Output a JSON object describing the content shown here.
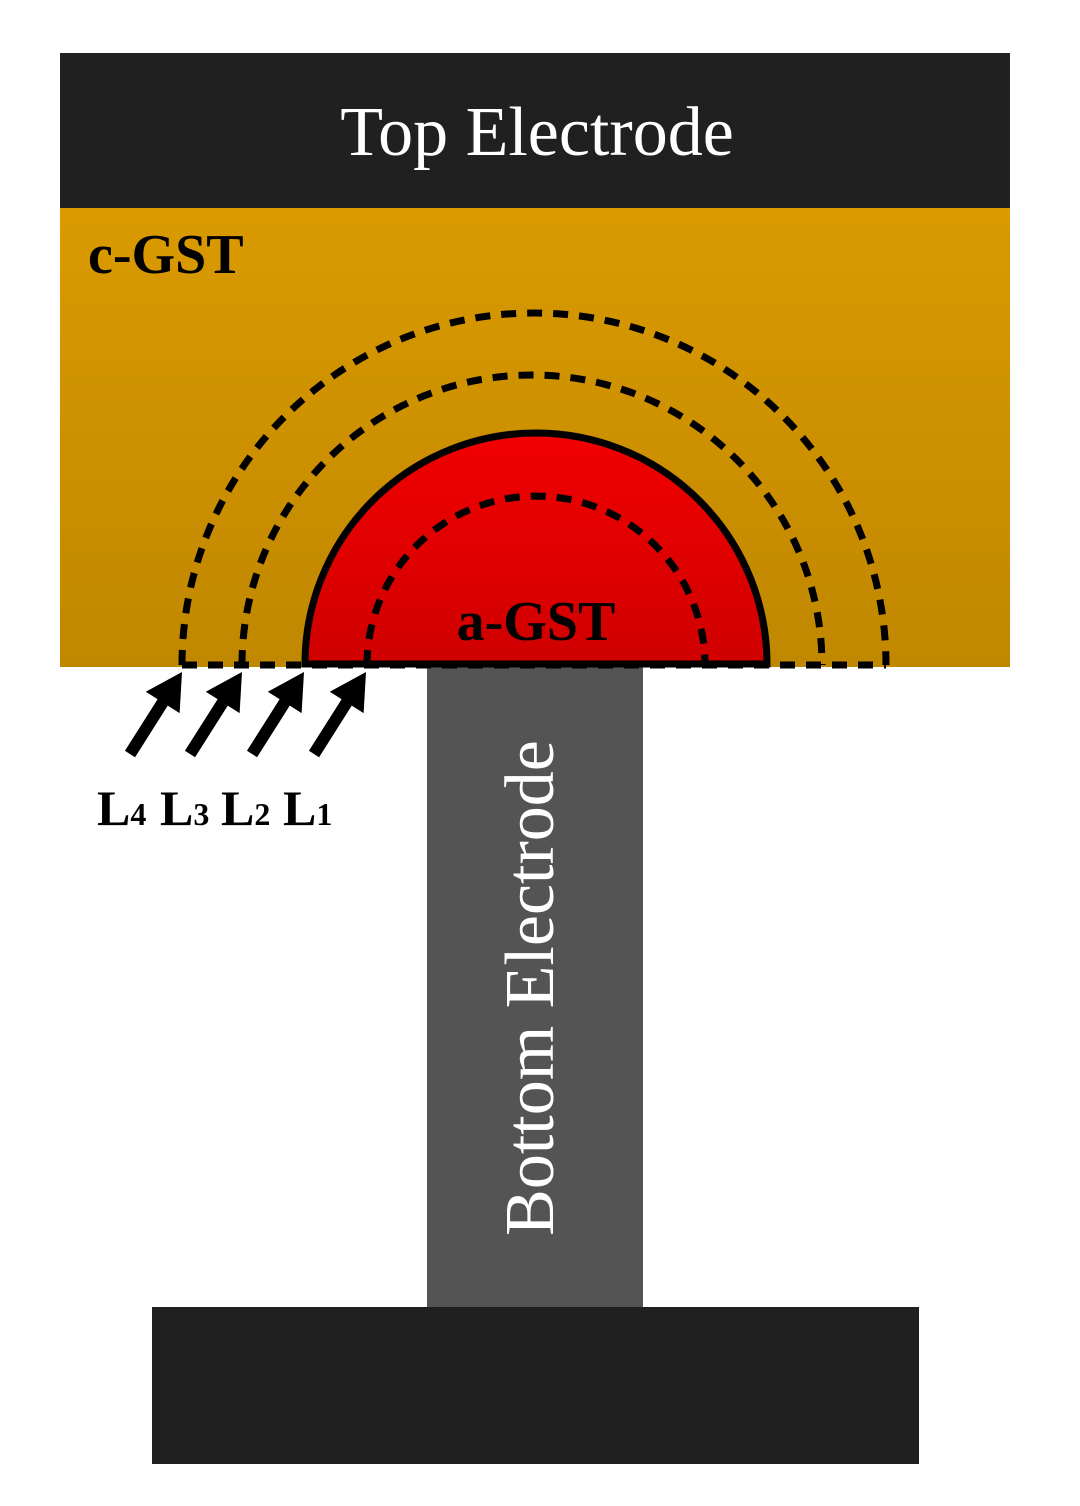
{
  "labels": {
    "top_electrode": "Top Electrode",
    "bottom_electrode": "Bottom Electrode",
    "crystalline_region": "c-GST",
    "amorphous_region": "a-GST"
  },
  "levels": [
    {
      "letter": "L",
      "sub": "4"
    },
    {
      "letter": "L",
      "sub": "3"
    },
    {
      "letter": "L",
      "sub": "2"
    },
    {
      "letter": "L",
      "sub": "1"
    }
  ],
  "colors": {
    "electrode": "#202020",
    "bottom_pillar": "#545454",
    "crystalline_top": "#DA9A00",
    "crystalline_bottom": "#C08700",
    "amorphous_top": "#F20000",
    "amorphous_bottom": "#CF0000",
    "outline": "#000000",
    "label_light": "#ffffff",
    "label_dark": "#000000"
  }
}
